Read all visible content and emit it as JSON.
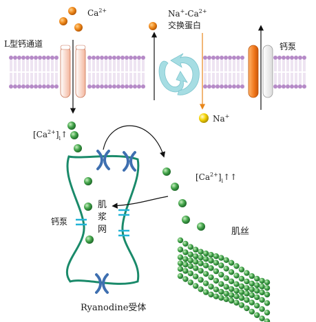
{
  "labels": {
    "ca_ion": "Ca",
    "ca_ion_sup": "2+",
    "l_channel": "L型钙通道",
    "exchanger_line1_a": "Na",
    "exchanger_line1_sup1": "+",
    "exchanger_line1_b": "-Ca",
    "exchanger_line1_sup2": "2+",
    "exchanger_line2": "交换蛋白",
    "na_ion": "Na",
    "na_ion_sup": "+",
    "calcium_pump_top": "钙泵",
    "ca_i_up_main": "[Ca",
    "ca_i_up_sup": "2+",
    "ca_i_up_close": "]",
    "ca_i_up_sub": "i",
    "ca_i_up_arrow": "↑",
    "ca_i_upup_main": "[Ca",
    "ca_i_upup_sup": "2+",
    "ca_i_upup_close": "]",
    "ca_i_upup_sub": "i",
    "ca_i_upup_arrow": "↑↑",
    "sr_char1": "肌",
    "sr_char2": "浆",
    "sr_char3": "网",
    "calcium_pump_left": "钙泵",
    "myofilament": "肌丝",
    "ryanodine": "Ryanodine受体"
  },
  "colors": {
    "ca_ion_orange": "#e8861a",
    "ca_green": "#3fa14a",
    "na_yellow": "#f2d100",
    "sr_outline": "#1a8a6a",
    "ryr_blue": "#3e6fb0",
    "pump_cyan": "#22b3d6",
    "exchanger_cyan": "#a6dde3",
    "lipid_purple": "#b58ac7"
  }
}
